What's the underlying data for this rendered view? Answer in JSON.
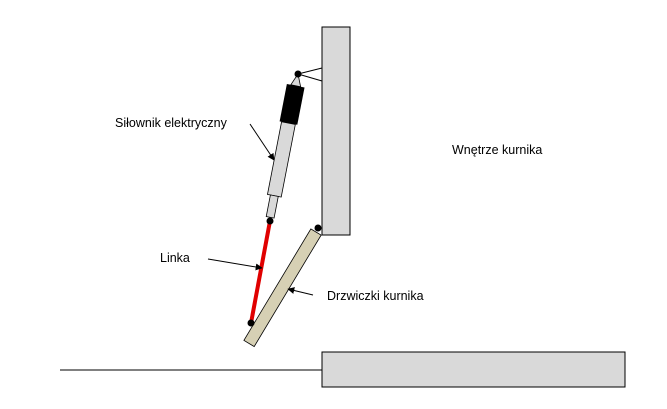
{
  "labels": {
    "actuator": "Siłownik elektryczny",
    "cable": "Linka",
    "door": "Drzwiczki kurnika",
    "interior": "Wnętrze kurnika"
  },
  "colors": {
    "wall": "#d9d9d9",
    "actuator_body": "#000000",
    "cylinder": "#d9d9d9",
    "cable": "#e00000",
    "door": "#d6d0b4"
  }
}
